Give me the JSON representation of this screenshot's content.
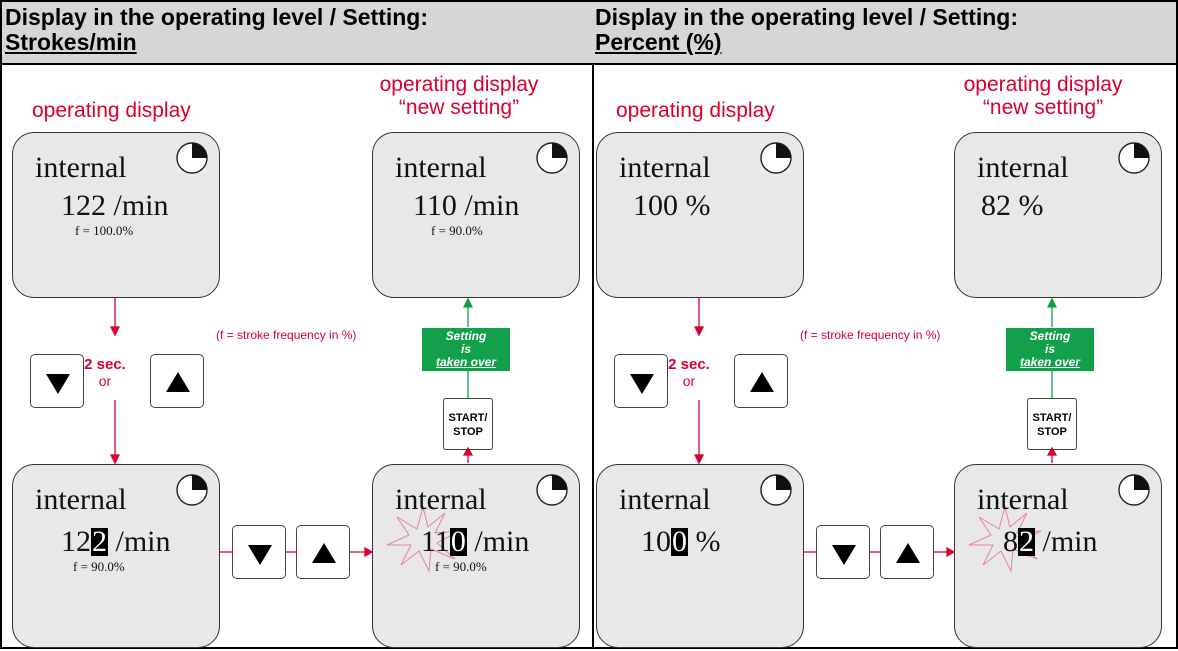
{
  "panels": [
    {
      "header_line1": "Display in the operating level / Setting:",
      "header_line2": "Strokes/min",
      "label_operating": "operating display",
      "label_new_1": "operating display",
      "label_new_2": "“new setting”",
      "note": "(f = stroke frequency in %)",
      "two_sec": "2 sec.",
      "or": "or",
      "green_1": "Setting",
      "green_2": "is",
      "green_3": "taken over",
      "start_1": "START/",
      "start_2": "STOP",
      "screens": {
        "top_left": {
          "title": "internal",
          "value": "122 /min",
          "sub": "f = 100.0%"
        },
        "top_right": {
          "title": "internal",
          "value": "110 /min",
          "sub": "f =  90.0%"
        },
        "bot_left": {
          "title": "internal",
          "v_pre": "12",
          "v_digit": "2",
          "v_post": " /min",
          "sub": "f =  90.0%"
        },
        "bot_right": {
          "title": "internal",
          "v_pre": "11",
          "v_digit": "0",
          "v_post": " /min",
          "sub": "f =  90.0%"
        }
      }
    },
    {
      "header_line1": "Display in the operating level / Setting:",
      "header_line2": "Percent (%)",
      "label_operating": "operating display",
      "label_new_1": "operating display",
      "label_new_2": "“new setting”",
      "note": "(f = stroke frequency in %)",
      "two_sec": "2 sec.",
      "or": "or",
      "green_1": "Setting",
      "green_2": "is",
      "green_3": "taken over",
      "start_1": "START/",
      "start_2": "STOP",
      "screens": {
        "top_left": {
          "title": "internal",
          "value": "100 %"
        },
        "top_right": {
          "title": "internal",
          "value": "82 %"
        },
        "bot_left": {
          "title": "internal",
          "v_pre": "10",
          "v_digit": "0",
          "v_post": " %"
        },
        "bot_right": {
          "title": "internal",
          "v_pre": "8",
          "v_digit": "2",
          "v_post": " /min"
        }
      }
    }
  ],
  "colors": {
    "accent_red": "#d9002f",
    "accent_green": "#12a14a",
    "screen_bg": "#e8e8e8",
    "header_bg": "#d6d6d6"
  },
  "icons": [
    "clock-icon",
    "down-arrow-icon",
    "up-arrow-icon",
    "burst-icon"
  ]
}
